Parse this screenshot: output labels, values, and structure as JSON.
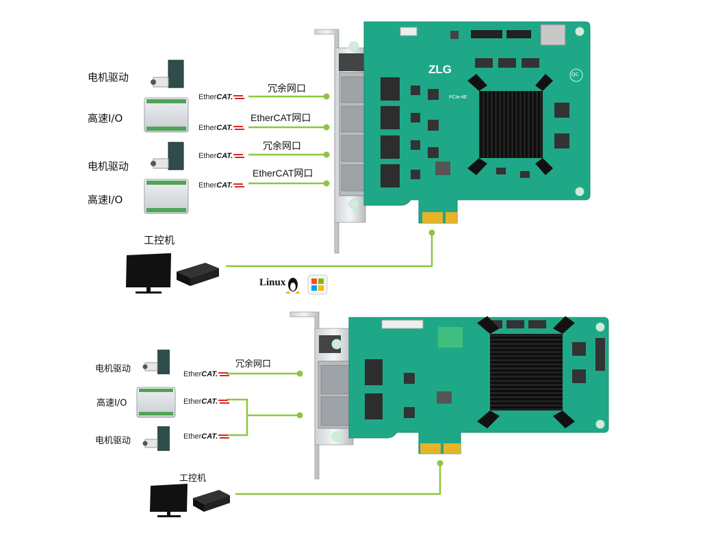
{
  "top": {
    "devices": [
      {
        "label": "电机驱动"
      },
      {
        "label": "高速I/O"
      },
      {
        "label": "电机驱动"
      },
      {
        "label": "高速I/O"
      }
    ],
    "ports": [
      "冗余网口",
      "EtherCAT网口",
      "冗余网口",
      "EtherCAT网口"
    ],
    "ethercat_logo": "EtherCAT",
    "ethercat_prefix": "Ether",
    "ethercat_suffix": "CAT.",
    "ipc_label": "工控机",
    "os_logos": [
      "Linux",
      "windows-logo"
    ],
    "linux_text": "Linux",
    "board_brand": "ZLG",
    "board_model": "PCIe-4E",
    "board_qc": "QC"
  },
  "bottom": {
    "devices": [
      {
        "label": "电机驱动"
      },
      {
        "label": "高速I/O"
      },
      {
        "label": "电机驱动"
      }
    ],
    "ports": [
      "冗余网口"
    ],
    "ipc_label": "工控机"
  },
  "colors": {
    "line": "#8cc63f",
    "pcb": "#1fa887",
    "heatsink": "#1a1a1a",
    "gold": "#e5b42a",
    "ethercat_red": "#d22222"
  }
}
